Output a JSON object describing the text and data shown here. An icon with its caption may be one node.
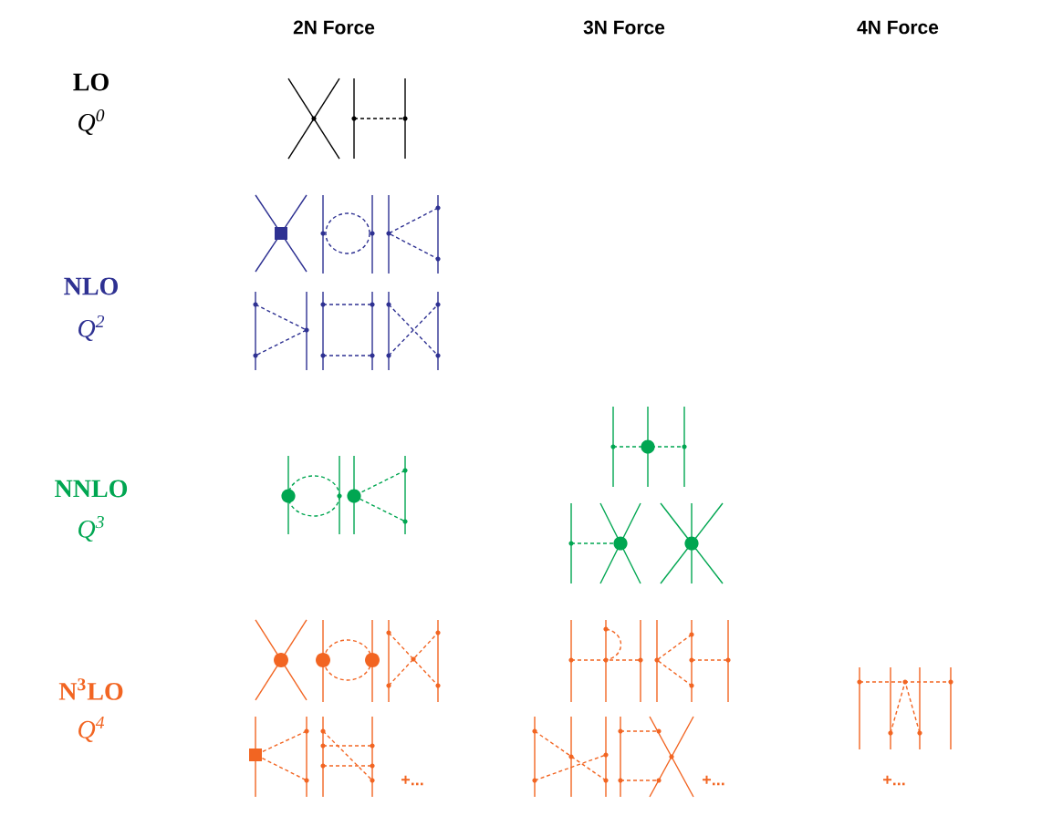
{
  "diagram": {
    "labels": [
      "2N Force",
      "3N Force",
      "4N Force",
      "LO",
      "Q$^{0}$",
      "NLO",
      "Q$^{2}$",
      "NNLO",
      "Q$^{3}$",
      "N$^{3}$LO",
      "Q$^{4}$",
      "+...",
      "+...",
      "+..."
    ]
  }
}
